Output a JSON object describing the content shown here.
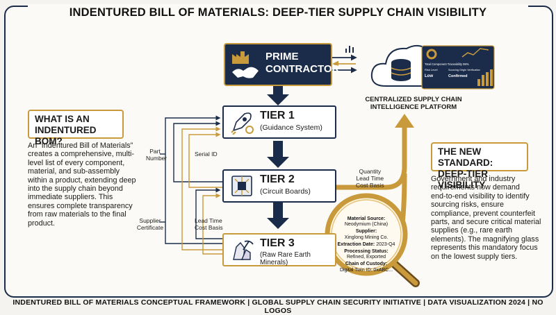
{
  "title": "INDENTURED BILL OF MATERIALS: DEEP-TIER SUPPLY CHAIN VISIBILITY",
  "prime": {
    "line1": "PRIME",
    "line2": "CONTRACTOR"
  },
  "platform": {
    "label_line1": "CENTRALIZED SUPPLY CHAIN",
    "label_line2": "INTELLIGENCE PLATFORM",
    "dash_line1": "Total Component Traceability  98%",
    "dash_risk_label": "Risk Level",
    "dash_risk_value": "Low",
    "dash_verify_label": "Sourcing Origin Verification",
    "dash_verify_value": "Confirmed"
  },
  "tiers": [
    {
      "title": "TIER 1",
      "subtitle": "(Guidance System)"
    },
    {
      "title": "TIER 2",
      "subtitle": "(Circuit Boards)"
    },
    {
      "title": "TIER 3",
      "subtitle": "(Raw Rare Earth Minerals)"
    }
  ],
  "links": {
    "part_number": [
      "Part",
      "Number"
    ],
    "serial_id": "Serial ID",
    "supplier_certificate": [
      "Supplier",
      "Certificate"
    ],
    "lead_time_cost": [
      "Lead Time",
      "Cost Basis"
    ],
    "quantity_block": [
      "Quantity",
      "Lead Time",
      "Cost Basis"
    ]
  },
  "left": {
    "heading_line1": "WHAT IS AN",
    "heading_line2": "INDENTURED BOM?",
    "body": [
      "An “Indentured Bill of Materials”",
      "creates a comprehensive, multi-",
      "level list of every component,",
      "material, and sub-assembly",
      "within a product, extending deep",
      "into the supply chain beyond",
      "immediate suppliers. This",
      "ensures complete transparency",
      "from raw materials to the final",
      "product."
    ]
  },
  "right": {
    "heading_line1": "THE NEW STANDARD:",
    "heading_line2": "DEEP-TIER VISIBILITY",
    "body": [
      "Government and industry",
      "requirements now demand",
      "end-to-end visibility to identify",
      "sourcing risks, ensure",
      "compliance, prevent counterfeit",
      "parts, and secure critical material",
      "supplies (e.g., rare earth",
      "elements). The magnifying glass",
      "represents this mandatory focus",
      "on the lowest supply tiers."
    ]
  },
  "lens": {
    "material_label": "Material Source:",
    "material_value": "Neodymium (China)",
    "supplier_label": "Supplier:",
    "supplier_value": "Xinglong Mining Co.",
    "extraction_label": "Extraction Date:",
    "extraction_value": "2023-Q4",
    "processing_label": "Processing Status:",
    "processing_value": "Refined, Exported",
    "custody_label": "Chain of Custody:",
    "custody_value": "Digital Twin ID: 0xABC..."
  },
  "footer": "INDENTURED BILL OF MATERIALS CONCEPTUAL FRAMEWORK  |  GLOBAL SUPPLY CHAIN SECURITY INITIATIVE  |  DATA VISUALIZATION 2024  |  NO LOGOS",
  "colors": {
    "navy": "#1b2c4a",
    "gold": "#c99a3b",
    "background": "#fbfaf6"
  }
}
